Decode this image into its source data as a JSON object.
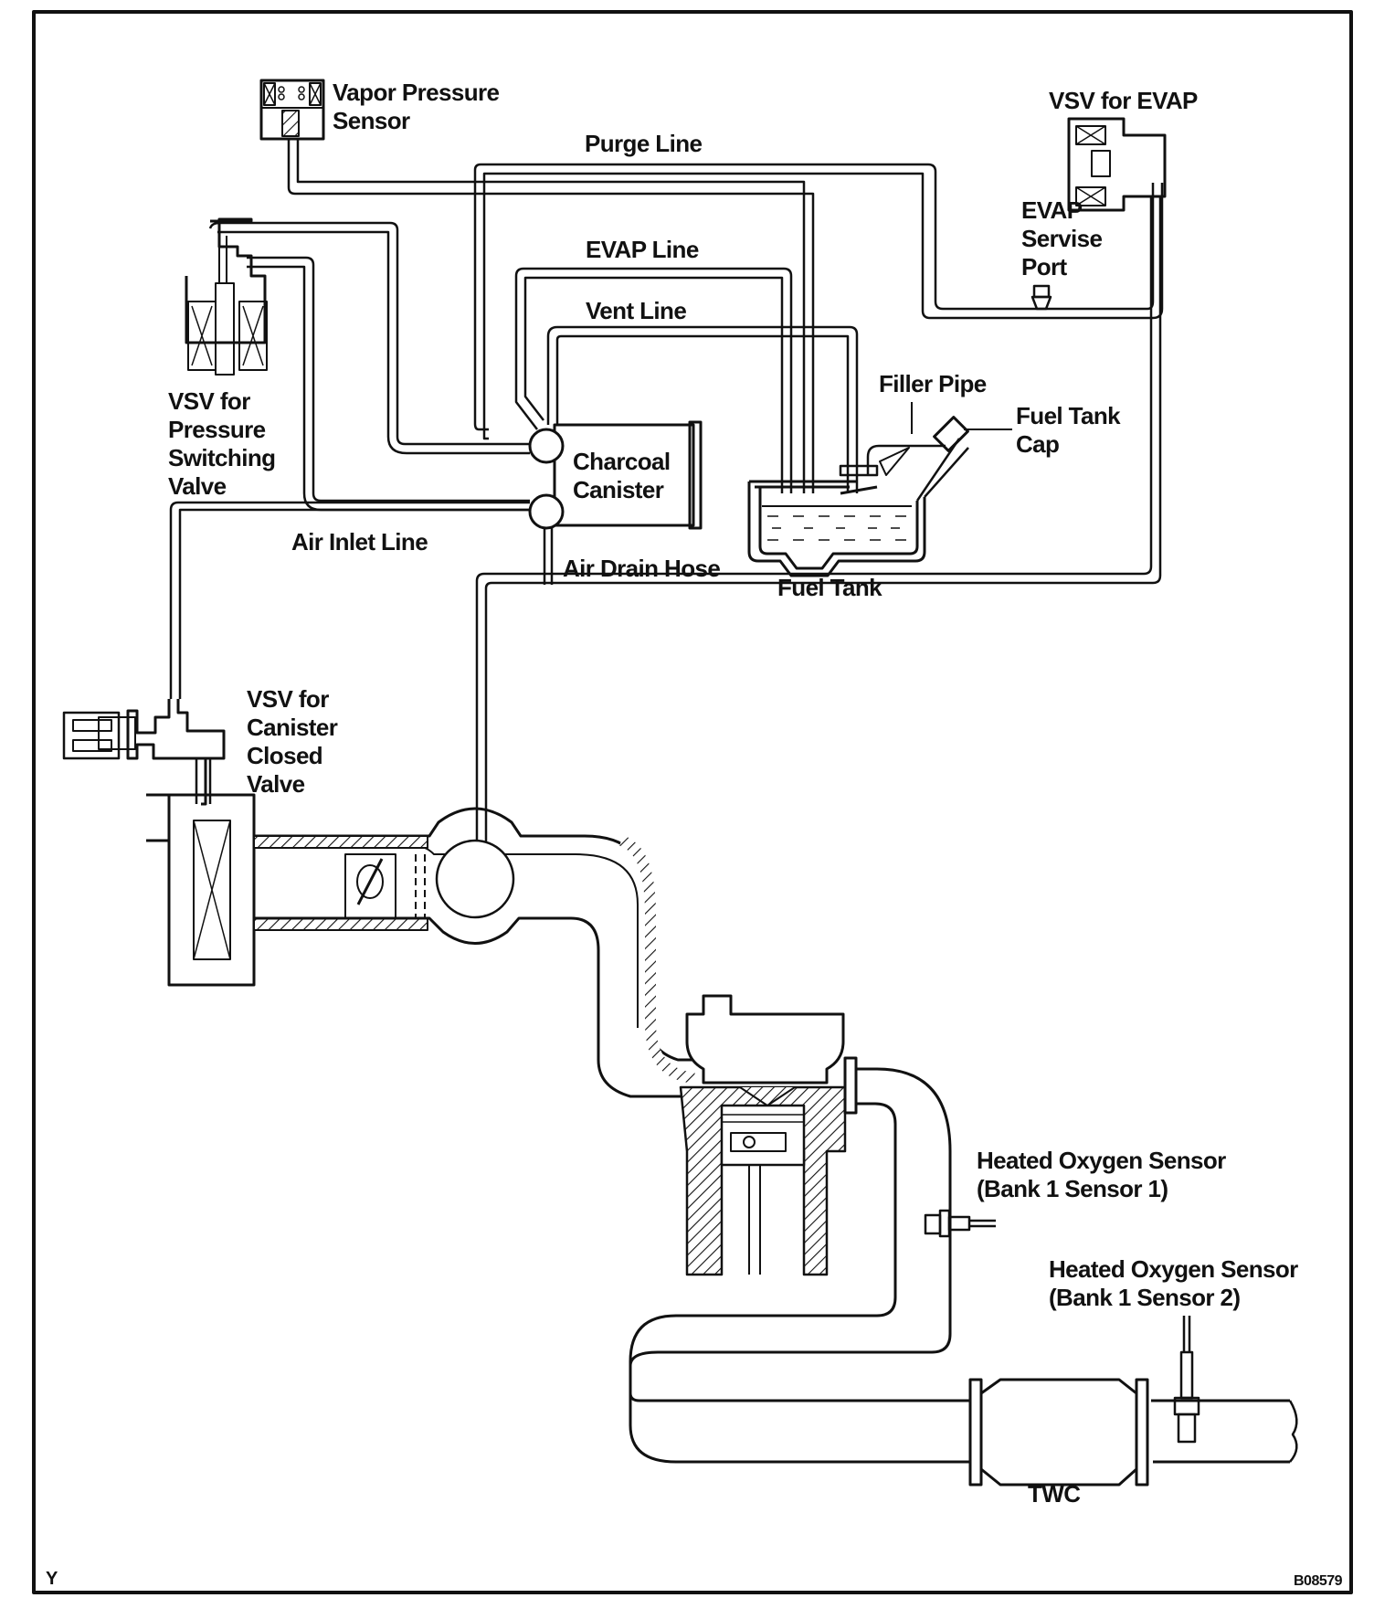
{
  "diagram": {
    "title": "EVAP System Schematic",
    "figure_code": "B08579",
    "corner_mark": "Y",
    "colors": {
      "ink": "#111111",
      "paper": "#ffffff"
    },
    "labels": {
      "vapor_pressure_sensor": [
        "Vapor Pressure",
        "Sensor"
      ],
      "purge_line": "Purge Line",
      "vsv_evap": "VSV for EVAP",
      "evap_service_port": [
        "EVAP",
        "Servise",
        "Port"
      ],
      "evap_line": "EVAP Line",
      "vent_line": "Vent Line",
      "vsv_pressure_switching": [
        "VSV for",
        "Pressure",
        "Switching",
        "Valve"
      ],
      "filler_pipe": "Filler Pipe",
      "fuel_tank_cap": [
        "Fuel Tank",
        "Cap"
      ],
      "charcoal_canister": [
        "Charcoal",
        "Canister"
      ],
      "air_inlet_line": "Air Inlet Line",
      "air_drain_hose": "Air Drain Hose",
      "fuel_tank": "Fuel Tank",
      "vsv_canister_closed": [
        "VSV for",
        "Canister",
        "Closed",
        "Valve"
      ],
      "ho2s_1": [
        "Heated Oxygen Sensor",
        "(Bank 1 Sensor 1)"
      ],
      "ho2s_2": [
        "Heated Oxygen Sensor",
        "(Bank 1 Sensor 2)"
      ],
      "twc": "TWC"
    }
  }
}
